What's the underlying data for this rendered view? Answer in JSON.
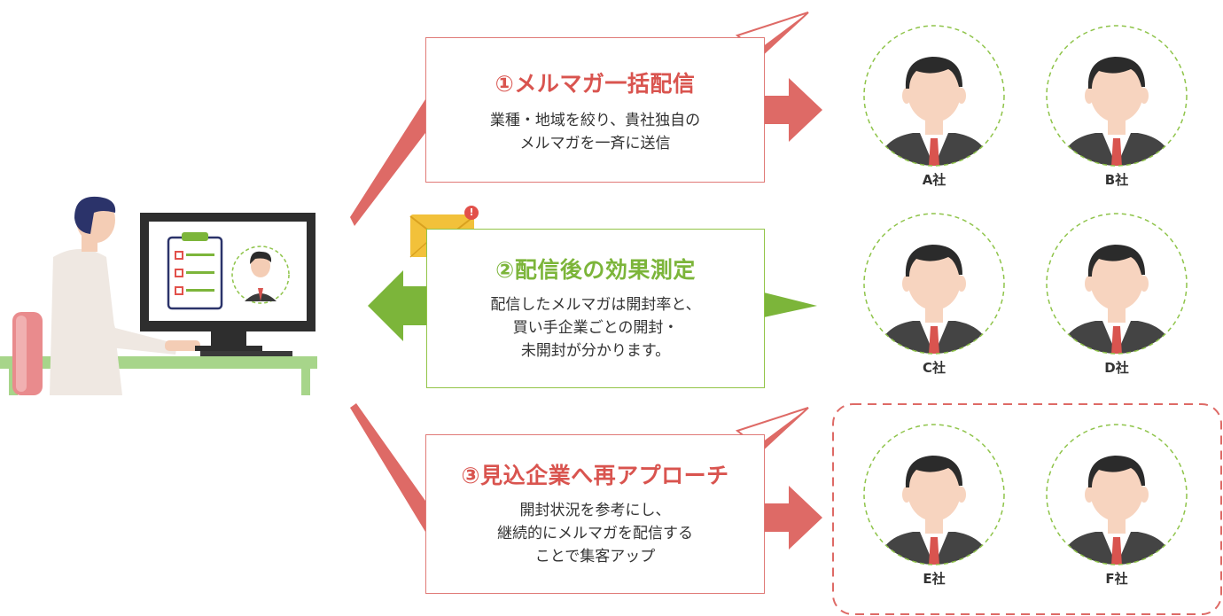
{
  "steps": [
    {
      "title": "①メルマガ一括配信",
      "desc": "業種・地域を絞り、貴社独自の\nメルマガを一斉に送信"
    },
    {
      "title": "②配信後の効果測定",
      "desc": "配信したメルマガは開封率と、\n買い手企業ごとの開封・\n未開封が分かります。"
    },
    {
      "title": "③見込企業へ再アプローチ",
      "desc": "開封状況を参考にし、\n継続的にメルマガを配信する\nことで集客アップ"
    }
  ],
  "companies": [
    "A社",
    "B社",
    "C社",
    "D社",
    "E社",
    "F社"
  ],
  "notification_count": "!",
  "colors": {
    "red": "#d9544f",
    "green": "#7cb53a",
    "dashed_circle": "#8fc44a"
  }
}
